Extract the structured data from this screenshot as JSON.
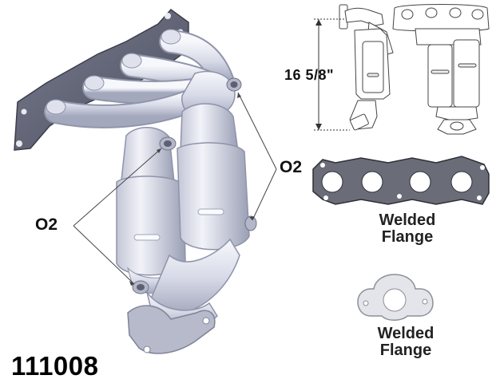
{
  "part_number": "111008",
  "dimension": "16 5/8\"",
  "sensor_labels": {
    "left": "O2",
    "right": "O2"
  },
  "flange_labels": [
    {
      "line1": "Welded",
      "line2": "Flange"
    },
    {
      "line1": "Welded",
      "line2": "Flange"
    }
  ],
  "colors": {
    "metal_light": "#eef0f8",
    "metal_mid": "#c9ccdb",
    "metal_dark": "#8e93aa",
    "flange": "#5a5d6e",
    "gasket": "#62656f"
  }
}
